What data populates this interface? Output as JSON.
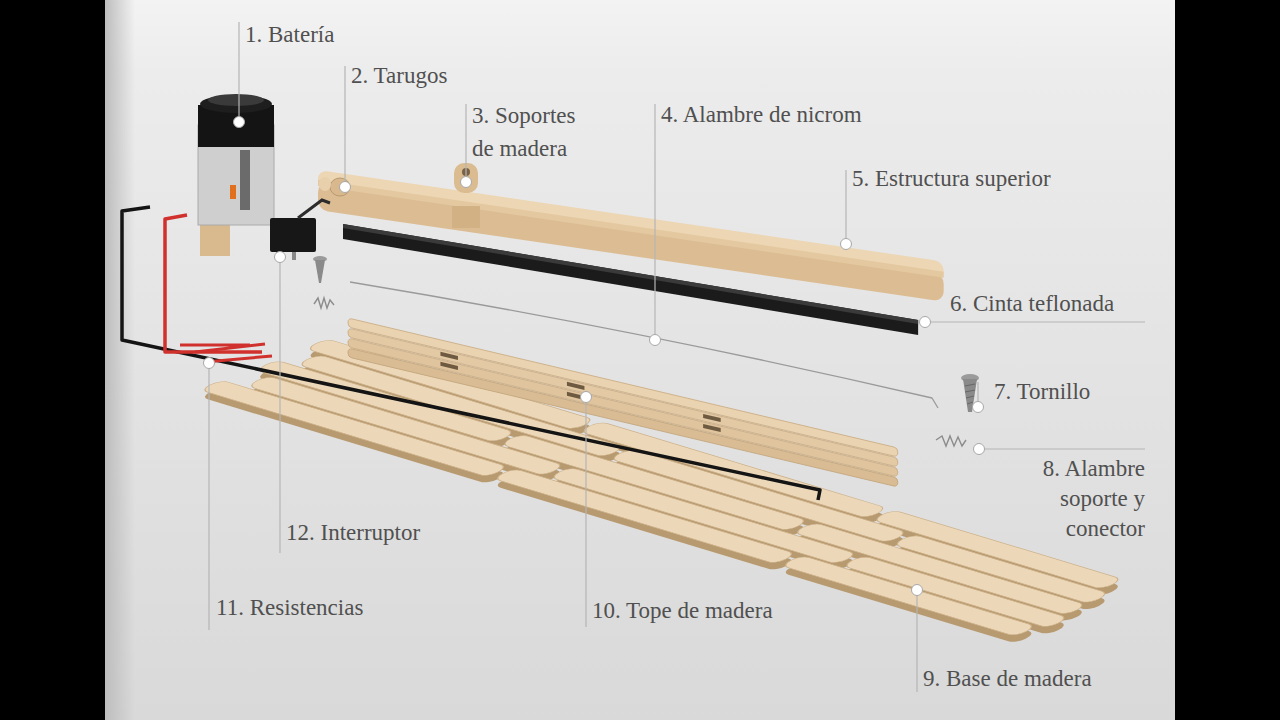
{
  "diagram": {
    "labels": [
      "1. Batería",
      "2. Tarugos",
      "3. Soportes de madera",
      "4. Alambre de nicrom",
      "5. Estructura superior",
      "6. Cinta teflonada",
      "7. Tornillo",
      "8. Alambre soporte y conector",
      "9. Base de madera",
      "10. Tope de madera",
      "11. Resistencias",
      "12. Interruptor"
    ]
  }
}
